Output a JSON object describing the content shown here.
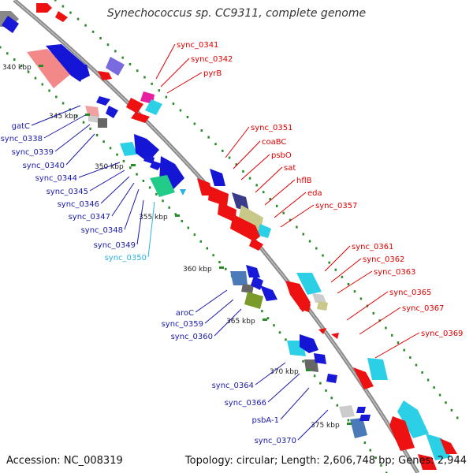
{
  "title": "Synechococcus sp. CC9311, complete genome",
  "footer": {
    "accession": "Accession: NC_008319",
    "topology": "Topology: circular; Length: 2,606,748 bp; Genes: 2,944"
  },
  "colors": {
    "backbone": "#888888",
    "forward_label": "#dd0000",
    "reverse_label": "#1a1aa8",
    "highlight_label": "#2ab0e0",
    "gc_dots": "#2a8a2a"
  },
  "kbp_ticks": [
    {
      "label": "340 kbp"
    },
    {
      "label": "345 kbp"
    },
    {
      "label": "350 kbp"
    },
    {
      "label": "355 kbp"
    },
    {
      "label": "360 kbp"
    },
    {
      "label": "365 kbp"
    },
    {
      "label": "370 kbp"
    },
    {
      "label": "375 kbp"
    }
  ],
  "forward_genes": [
    {
      "name": "sync_0341"
    },
    {
      "name": "sync_0342"
    },
    {
      "name": "pyrB"
    },
    {
      "name": "sync_0351"
    },
    {
      "name": "coaBC"
    },
    {
      "name": "psbO"
    },
    {
      "name": "sat"
    },
    {
      "name": "hflB"
    },
    {
      "name": "eda"
    },
    {
      "name": "sync_0357"
    },
    {
      "name": "sync_0361"
    },
    {
      "name": "sync_0362"
    },
    {
      "name": "sync_0363"
    },
    {
      "name": "sync_0365"
    },
    {
      "name": "sync_0367"
    },
    {
      "name": "sync_0369"
    }
  ],
  "reverse_genes": [
    {
      "name": "gatC"
    },
    {
      "name": "sync_0338"
    },
    {
      "name": "sync_0339"
    },
    {
      "name": "sync_0340"
    },
    {
      "name": "sync_0344"
    },
    {
      "name": "sync_0345"
    },
    {
      "name": "sync_0346"
    },
    {
      "name": "sync_0347"
    },
    {
      "name": "sync_0348"
    },
    {
      "name": "sync_0349"
    },
    {
      "name": "sync_0350",
      "highlight": true
    },
    {
      "name": "aroC"
    },
    {
      "name": "sync_0359"
    },
    {
      "name": "sync_0360"
    },
    {
      "name": "sync_0364"
    },
    {
      "name": "sync_0366"
    },
    {
      "name": "psbA-1"
    },
    {
      "name": "sync_0370"
    }
  ]
}
